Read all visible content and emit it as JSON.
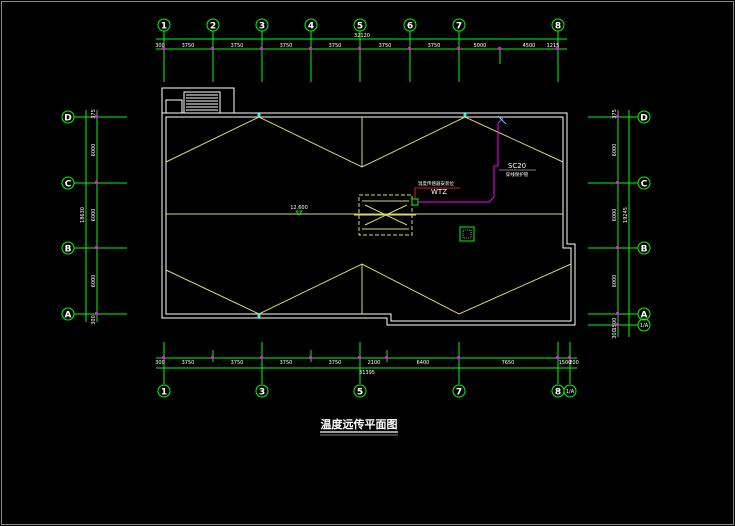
{
  "drawing_title": "温度远传平面图",
  "top_axes": [
    "1",
    "2",
    "3",
    "4",
    "5",
    "6",
    "7",
    "8"
  ],
  "bottom_axes": [
    "1",
    "3",
    "5",
    "7",
    "8",
    "1/A"
  ],
  "left_axes": [
    "D",
    "C",
    "B",
    "A"
  ],
  "right_axes": [
    "D",
    "C",
    "B",
    "A",
    "1/A"
  ],
  "top_dims": [
    "300",
    "3750",
    "3750",
    "3750",
    "3750",
    "3750",
    "3750",
    "5000",
    "4500",
    "1215"
  ],
  "top_total": "32120",
  "bottom_dims": [
    "300",
    "3750",
    "3750",
    "3750",
    "3750",
    "2100",
    "6400",
    "7650",
    "1500",
    "200"
  ],
  "bottom_total": "31395",
  "left_dims": [
    "375",
    "6000",
    "6000",
    "6000",
    "300"
  ],
  "left_total": "18630",
  "right_dims": [
    "375",
    "6000",
    "6000",
    "6000",
    "1500",
    "300"
  ],
  "right_total": "19245",
  "elevation": "12.600",
  "equipment_label": "WTZ",
  "equipment_note": "温度传感器安装位",
  "conduit_label": "SC20",
  "conduit_note": "穿线保护管"
}
